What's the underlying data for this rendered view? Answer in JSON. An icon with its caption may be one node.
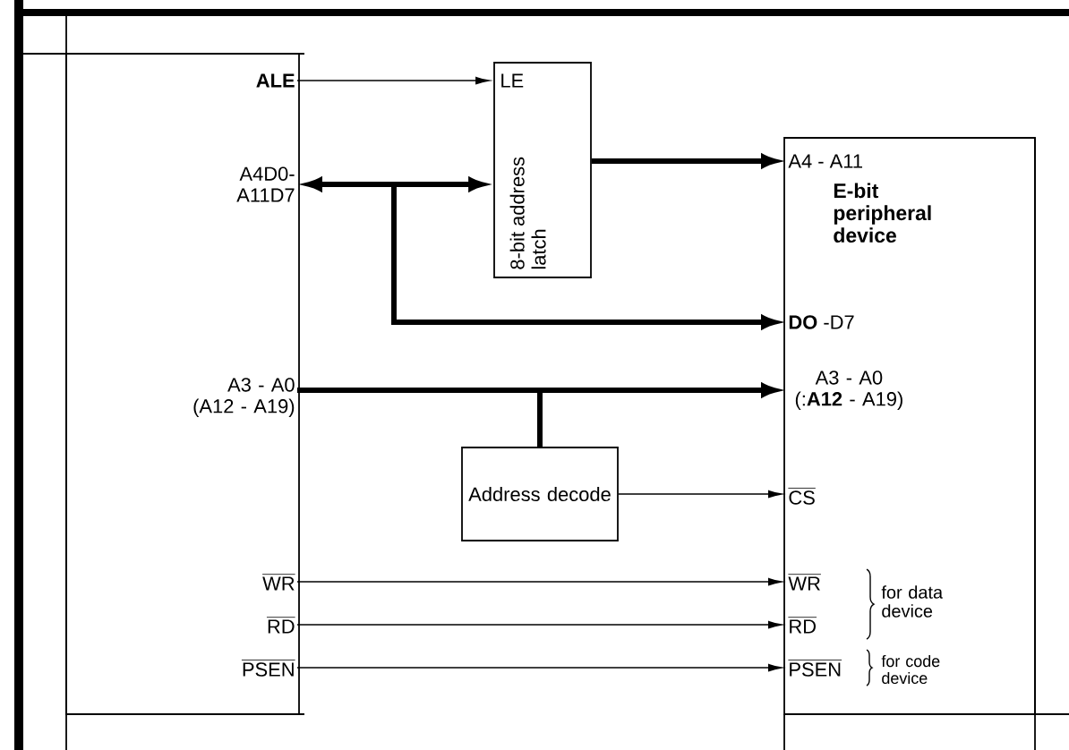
{
  "diagram": {
    "nodes": [
      {
        "text": [],
        "shape": "box"
      },
      {
        "text": [
          "ALE"
        ],
        "in": 0
      },
      {
        "text": [
          "A4D0- A11D7"
        ],
        "in": 0
      },
      {
        "text": [
          "A3 - A0 (A12 - A19)"
        ],
        "in": 0
      },
      {
        "text": [
          "WR"
        ],
        "in": 0
      },
      {
        "text": [
          "RD"
        ],
        "in": 0
      },
      {
        "text": [
          "PSEN"
        ],
        "in": 0
      },
      {
        "text": [
          "LE",
          "8-bit address latch"
        ]
      },
      {
        "text": [
          "Address decode"
        ]
      },
      {
        "text": [
          "E-bit peripheral device"
        ]
      },
      {
        "text": [
          "A4 - A11"
        ],
        "in": 9
      },
      {
        "text": [
          "**DO** -D7"
        ],
        "in": 9
      },
      {
        "text": [
          "A3 - A0 (:**A12** - A19)"
        ],
        "in": 9
      },
      {
        "text": [
          "CS"
        ],
        "in": 9
      },
      {
        "text": [
          "WR"
        ],
        "in": 9
      },
      {
        "text": [
          "RD"
        ],
        "in": 9
      },
      {
        "text": [
          "PSEN"
        ],
        "in": 9
      }
    ],
    "edges": [
      {
        "from": 1,
        "to": 7,
        "arrow": "to"
      },
      {
        "from": 2,
        "to": 7,
        "arrow": "both",
        "style": "thick"
      },
      {
        "from": 2,
        "to": 11,
        "arrow": "both",
        "style": "thick"
      },
      {
        "from": 7,
        "to": 10,
        "arrow": "to",
        "style": "thick"
      },
      {
        "from": 3,
        "to": 12,
        "arrow": "to",
        "style": "thick"
      },
      {
        "from": 3,
        "to": 8,
        "arrow": "none",
        "style": "thick"
      },
      {
        "from": 8,
        "to": 13,
        "arrow": "to"
      },
      {
        "from": 4,
        "to": 14,
        "arrow": "to"
      },
      {
        "from": 5,
        "to": 15,
        "arrow": "to"
      },
      {
        "from": 6,
        "to": 16,
        "arrow": "to"
      }
    ],
    "labels": [
      "for data device",
      "for code device"
    ]
  }
}
